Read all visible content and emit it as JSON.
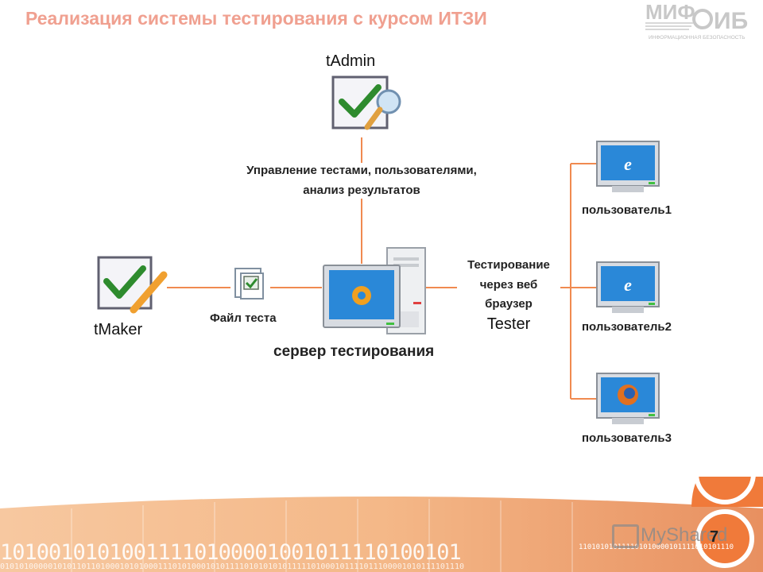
{
  "slide": {
    "title": "Реализация системы тестирования с курсом ИТЗИ",
    "page_number": "7"
  },
  "logo": {
    "text_left": "МИФ",
    "text_right": "ИБ",
    "tagline": "ИНФОРМАЦИОННАЯ БЕЗОПАСНОСТЬ"
  },
  "diagram": {
    "tadmin": "tAdmin",
    "admin_caption_line1": "Управление тестами, пользователями,",
    "admin_caption_line2": "анализ результатов",
    "tmaker": "tMaker",
    "file_label": "Файл теста",
    "server_label": "сервер тестирования",
    "testing_line1": "Тестирование",
    "testing_line2": "через веб",
    "testing_line3": "браузер",
    "tester": "Tester",
    "users": [
      "пользователь1",
      "пользователь2",
      "пользователь3"
    ]
  },
  "footer": {
    "binary_large": "10100101010011110100001001011110100101",
    "binary_small_top": "110101010111101010000101111010101110",
    "binary_bottom": "0101010000010101101101000101010001110101000101011110101010101111101000101111011100001010111101110",
    "watermark": "MyShared"
  },
  "colors": {
    "accent": "#f07a3a",
    "title": "#f0a090",
    "connector": "#f08a50"
  }
}
